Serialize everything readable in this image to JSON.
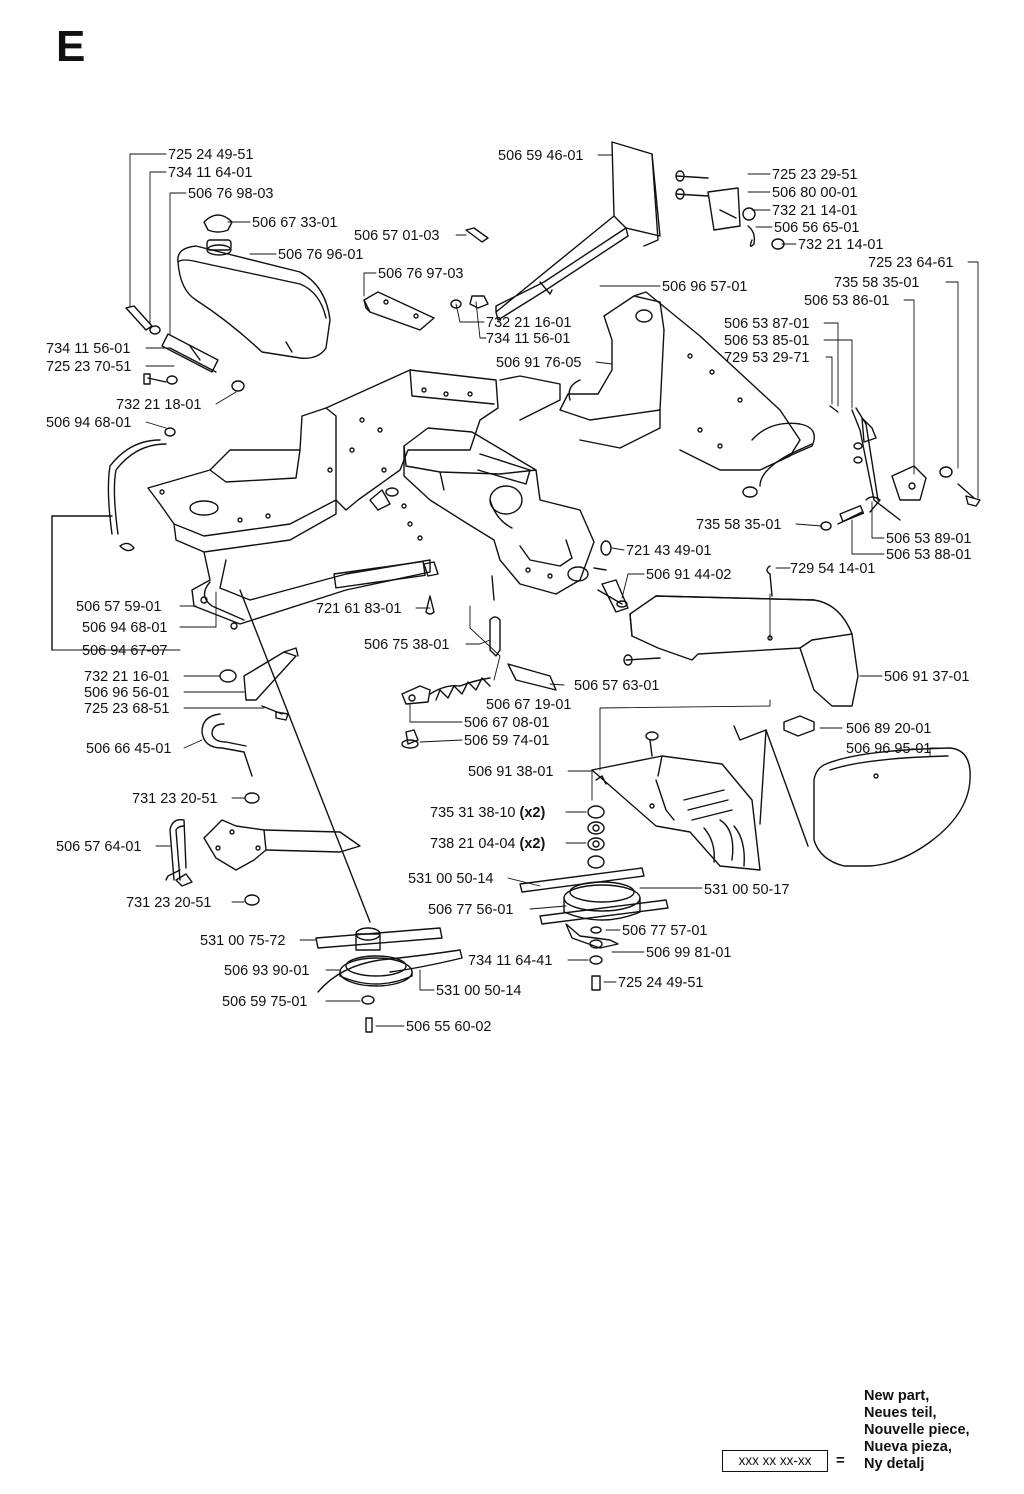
{
  "section_letter": "E",
  "labels": [
    {
      "id": "l01",
      "text": "725 24 49-51"
    },
    {
      "id": "l02",
      "text": "734 11 64-01"
    },
    {
      "id": "l03",
      "text": "506 76 98-03"
    },
    {
      "id": "l04",
      "text": "506 67 33-01"
    },
    {
      "id": "l05",
      "text": "506 76 96-01"
    },
    {
      "id": "l06",
      "text": "506 76 97-03"
    },
    {
      "id": "l07",
      "text": "732 21 16-01"
    },
    {
      "id": "l08",
      "text": "734 11 56-01"
    },
    {
      "id": "l09",
      "text": "734 11 56-01"
    },
    {
      "id": "l10",
      "text": "725 23 70-51"
    },
    {
      "id": "l11",
      "text": "732 21 18-01"
    },
    {
      "id": "l12",
      "text": "506 94 68-01"
    },
    {
      "id": "l13",
      "text": "506 59 46-01"
    },
    {
      "id": "l14",
      "text": "506 57 01-03"
    },
    {
      "id": "l15",
      "text": "506 96 57-01"
    },
    {
      "id": "l16",
      "text": "506 91 76-05"
    },
    {
      "id": "l17",
      "text": "725 23 29-51"
    },
    {
      "id": "l18",
      "text": "506 80 00-01"
    },
    {
      "id": "l19",
      "text": "732 21 14-01"
    },
    {
      "id": "l20",
      "text": "506 56 65-01"
    },
    {
      "id": "l21",
      "text": "732 21 14-01"
    },
    {
      "id": "l22",
      "text": "725 23 64-61"
    },
    {
      "id": "l23",
      "text": "735 58 35-01"
    },
    {
      "id": "l24",
      "text": "506 53 86-01"
    },
    {
      "id": "l25",
      "text": "506 53 87-01"
    },
    {
      "id": "l26",
      "text": "506 53 85-01"
    },
    {
      "id": "l27",
      "text": "729 53 29-71"
    },
    {
      "id": "l28",
      "text": "735 58 35-01"
    },
    {
      "id": "l29",
      "text": "506 53 89-01"
    },
    {
      "id": "l30",
      "text": "506 53 88-01"
    },
    {
      "id": "l31",
      "text": "721 43 49-01"
    },
    {
      "id": "l32",
      "text": "506 91 44-02"
    },
    {
      "id": "l33",
      "text": "729 54 14-01"
    },
    {
      "id": "l34",
      "text": "506 57 59-01"
    },
    {
      "id": "l35",
      "text": "506 94 68-01"
    },
    {
      "id": "l36",
      "text": "506 94 67-07"
    },
    {
      "id": "l37",
      "text": "721 61 83-01"
    },
    {
      "id": "l38",
      "text": "506 75 38-01"
    },
    {
      "id": "l39",
      "text": "732 21 16-01"
    },
    {
      "id": "l40",
      "text": "506 96 56-01"
    },
    {
      "id": "l41",
      "text": "725 23 68-51"
    },
    {
      "id": "l42",
      "text": "506 57 63-01"
    },
    {
      "id": "l43",
      "text": "506 91 37-01"
    },
    {
      "id": "l44",
      "text": "506 67 19-01"
    },
    {
      "id": "l45",
      "text": "506 67 08-01"
    },
    {
      "id": "l46",
      "text": "506 59 74-01"
    },
    {
      "id": "l47",
      "text": "506 66 45-01"
    },
    {
      "id": "l48",
      "text": "506 89 20-01"
    },
    {
      "id": "l49",
      "text": "506 96 95-01"
    },
    {
      "id": "l50",
      "text": "506 91 38-01"
    },
    {
      "id": "l51",
      "text": "731 23 20-51"
    },
    {
      "id": "l52",
      "text": "735 31 38-10",
      "qty": "(x2)"
    },
    {
      "id": "l53",
      "text": "738 21 04-04",
      "qty": "(x2)"
    },
    {
      "id": "l54",
      "text": "506 57 64-01"
    },
    {
      "id": "l55",
      "text": "531 00 50-14"
    },
    {
      "id": "l56",
      "text": "531 00 50-17"
    },
    {
      "id": "l57",
      "text": "731 23 20-51"
    },
    {
      "id": "l58",
      "text": "506 77 56-01"
    },
    {
      "id": "l59",
      "text": "506 77 57-01"
    },
    {
      "id": "l60",
      "text": "506 99 81-01"
    },
    {
      "id": "l61",
      "text": "531 00 75-72"
    },
    {
      "id": "l62",
      "text": "734 11 64-41"
    },
    {
      "id": "l63",
      "text": "506 93 90-01"
    },
    {
      "id": "l64",
      "text": "725 24 49-51"
    },
    {
      "id": "l65",
      "text": "531 00 50-14"
    },
    {
      "id": "l66",
      "text": "506 59 75-01"
    },
    {
      "id": "l67",
      "text": "506 55 60-02"
    }
  ],
  "legend": {
    "lines": [
      "New part,",
      "Neues teil,",
      "Nouvelle piece,",
      "Nueva pieza,",
      "Ny detalj"
    ],
    "box_text": "xxx xx xx-xx",
    "equals": "="
  }
}
